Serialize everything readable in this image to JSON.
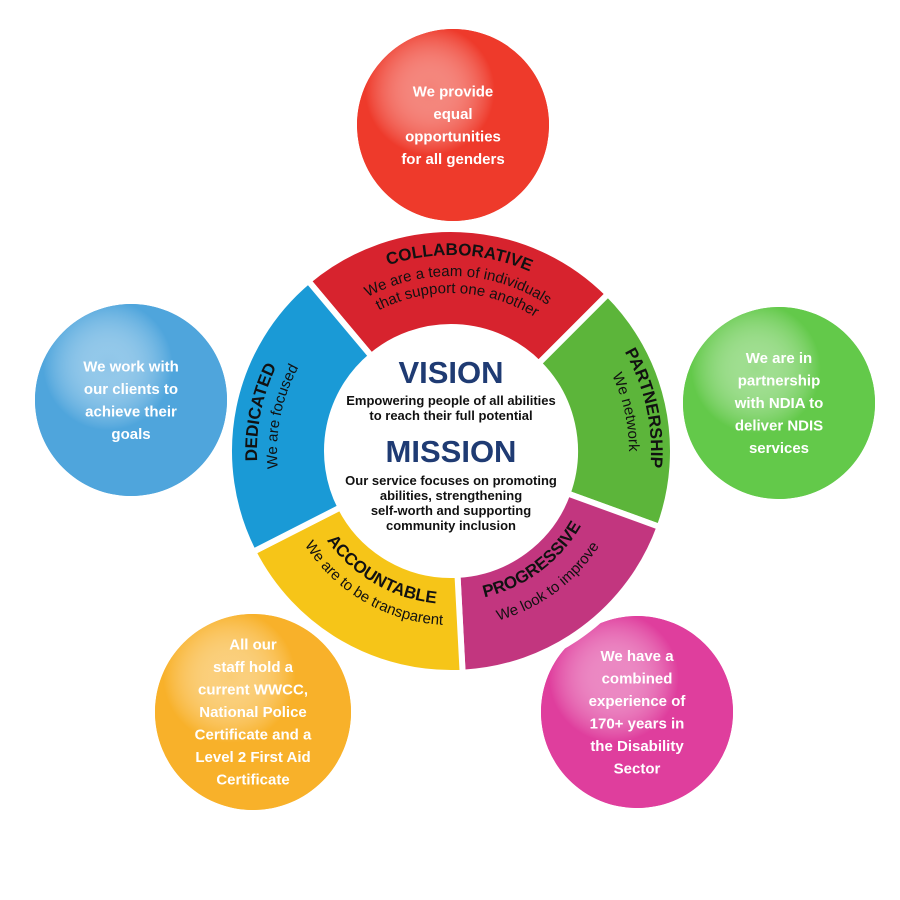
{
  "segments": [
    {
      "id": "collaborative",
      "title": "COLLABORATIVE",
      "lines": [
        "We are a team of individuals",
        "that support one another"
      ],
      "color": "#d7232e"
    },
    {
      "id": "partnership",
      "title": "PARTNERSHIP",
      "lines": [
        "We network"
      ],
      "color": "#5cb53a"
    },
    {
      "id": "progressive",
      "title": "PROGRESSIVE",
      "lines": [
        "We look to improve"
      ],
      "color": "#c2367f"
    },
    {
      "id": "accountable",
      "title": "ACCOUNTABLE",
      "lines": [
        "We are to be transparent"
      ],
      "color": "#f6c518"
    },
    {
      "id": "dedicated",
      "title": "DEDICATED",
      "lines": [
        "We are focused"
      ],
      "color": "#1a9ad6"
    }
  ],
  "center": {
    "vision_title": "VISION",
    "vision_lines": [
      "Empowering people of all abilities",
      "to reach their full potential"
    ],
    "mission_title": "MISSION",
    "mission_lines": [
      "Our service focuses on promoting",
      "abilities, strengthening",
      "self-worth and supporting",
      "community inclusion"
    ]
  },
  "bubbles": [
    {
      "id": "top",
      "lines": [
        "We provide",
        "equal",
        "opportunities",
        "for all genders"
      ],
      "color": "#ee3a2b"
    },
    {
      "id": "right",
      "lines": [
        "We are in",
        "partnership",
        "with NDIA to",
        "deliver NDIS",
        "services"
      ],
      "color": "#63c94a"
    },
    {
      "id": "bottom-right",
      "lines": [
        "We have a",
        "combined",
        "experience of",
        "170+ years in",
        "the Disability",
        "Sector"
      ],
      "color": "#df3e9d"
    },
    {
      "id": "bottom-left",
      "lines": [
        "All our",
        "staff hold a",
        "current WWCC,",
        "National Police",
        "Certificate and a",
        "Level 2 First Aid",
        "Certificate"
      ],
      "color": "#f8b12a"
    },
    {
      "id": "left",
      "lines": [
        "We work with",
        "our clients to",
        "achieve their",
        "goals"
      ],
      "color": "#4fa5dc"
    }
  ]
}
